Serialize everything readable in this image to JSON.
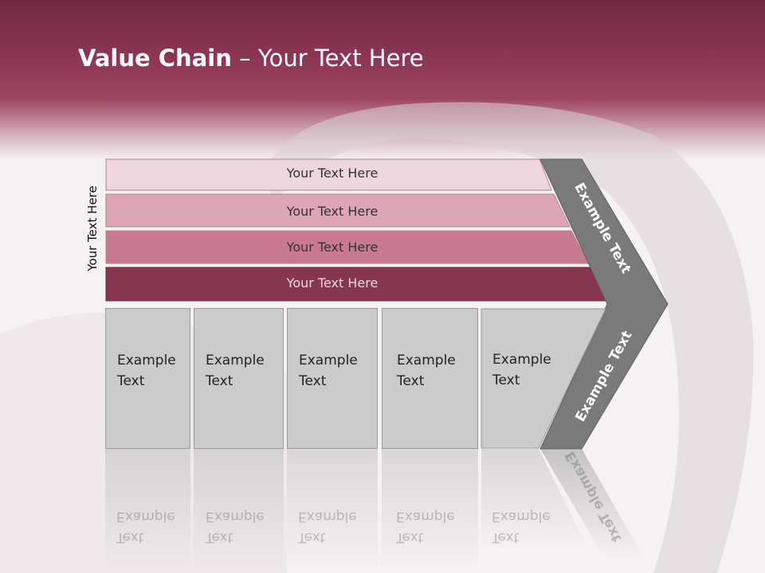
{
  "title": {
    "bold": "Value Chain",
    "rest": " – Your Text Here"
  },
  "side_label": "Your Text Here",
  "bars": [
    {
      "label": "Your Text Here",
      "color": "#edd6de"
    },
    {
      "label": "Your Text Here",
      "color": "#dda6b6"
    },
    {
      "label": "Your Text Here",
      "color": "#c87a90"
    },
    {
      "label": "Your Text Here",
      "color": "#86364f"
    }
  ],
  "boxes": [
    {
      "line1": "Example",
      "line2": "Text"
    },
    {
      "line1": "Example",
      "line2": "Text"
    },
    {
      "line1": "Example",
      "line2": "Text"
    },
    {
      "line1": "Example",
      "line2": "Text"
    },
    {
      "line1": "Example",
      "line2": "Text"
    }
  ],
  "chevron": {
    "top_label": "Example Text",
    "bottom_label": "Example Text",
    "color": "#7a7a7a"
  },
  "colors": {
    "header": "#8c3552",
    "box": "#cbcbcb"
  }
}
